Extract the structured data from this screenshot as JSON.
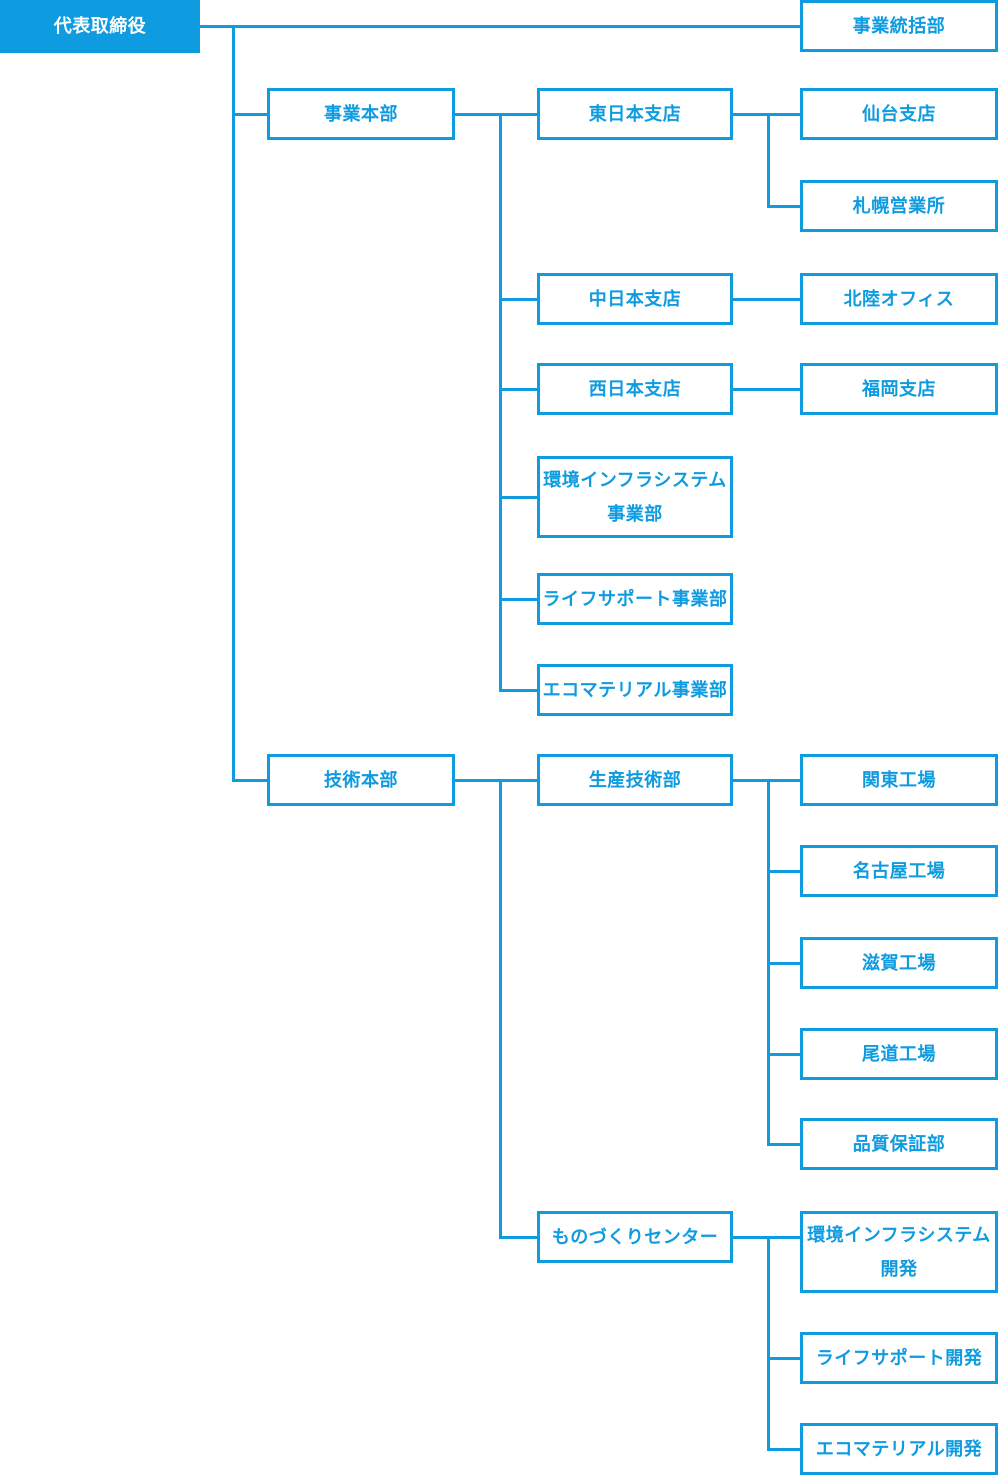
{
  "theme": {
    "accent_color": "#0e9be0",
    "node_background": "#ffffff",
    "root_text_color": "#ffffff"
  },
  "org_chart": {
    "type": "organization-chart",
    "root": {
      "label": "代表取締役",
      "children": [
        {
          "label": "事業統括部",
          "children": []
        },
        {
          "label": "事業本部",
          "children": [
            {
              "label": "東日本支店",
              "children": [
                {
                  "label": "仙台支店",
                  "children": []
                },
                {
                  "label": "札幌営業所",
                  "children": []
                }
              ]
            },
            {
              "label": "中日本支店",
              "children": [
                {
                  "label": "北陸オフィス",
                  "children": []
                }
              ]
            },
            {
              "label": "西日本支店",
              "children": [
                {
                  "label": "福岡支店",
                  "children": []
                }
              ]
            },
            {
              "label": "環境インフラシステム事業部",
              "children": []
            },
            {
              "label": "ライフサポート事業部",
              "children": []
            },
            {
              "label": "エコマテリアル事業部",
              "children": []
            }
          ]
        },
        {
          "label": "技術本部",
          "children": [
            {
              "label": "生産技術部",
              "children": [
                {
                  "label": "関東工場",
                  "children": []
                },
                {
                  "label": "名古屋工場",
                  "children": []
                },
                {
                  "label": "滋賀工場",
                  "children": []
                },
                {
                  "label": "尾道工場",
                  "children": []
                },
                {
                  "label": "品質保証部",
                  "children": []
                }
              ]
            },
            {
              "label": "ものづくりセンター",
              "children": [
                {
                  "label": "環境インフラシステム開発",
                  "children": []
                },
                {
                  "label": "ライフサポート開発",
                  "children": []
                },
                {
                  "label": "エコマテリアル開発",
                  "children": []
                }
              ]
            }
          ]
        }
      ]
    }
  }
}
